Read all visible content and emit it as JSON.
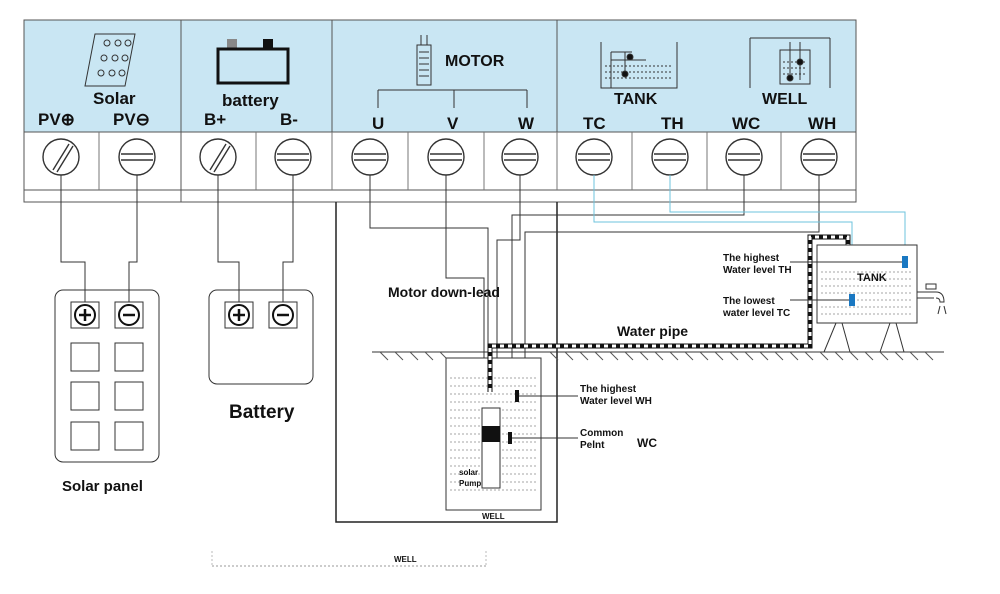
{
  "header": {
    "solar": "Solar",
    "battery": "battery",
    "motor": "MOTOR",
    "tank": "TANK",
    "well": "WELL"
  },
  "terminals": [
    "PV⊕",
    "PV⊖",
    "B+",
    "B-",
    "U",
    "V",
    "W",
    "TC",
    "TH",
    "WC",
    "WH"
  ],
  "labels": {
    "solar_panel": "Solar panel",
    "battery": "Battery",
    "motor_down_lead": "Motor down-lead",
    "water_pipe": "Water pipe",
    "tank_highest_1": "The highest",
    "tank_highest_2": "Water level  TH",
    "tank_lowest_1": "The lowest",
    "tank_lowest_2": "water level  TC",
    "tank": "TANK",
    "well_highest_1": "The highest",
    "well_highest_2": "Water level  WH",
    "common_1": "Common",
    "common_2": "Pelnt",
    "wc": "WC",
    "pump_1": "solar",
    "pump_2": "Pump",
    "well_inner": "WELL",
    "well_bottom": "WELL"
  },
  "colors": {
    "panel_bg": "#c9e6f3",
    "sensor_wire": "#6ec3dc",
    "sensor": "#1a78c2",
    "line": "#222222"
  }
}
